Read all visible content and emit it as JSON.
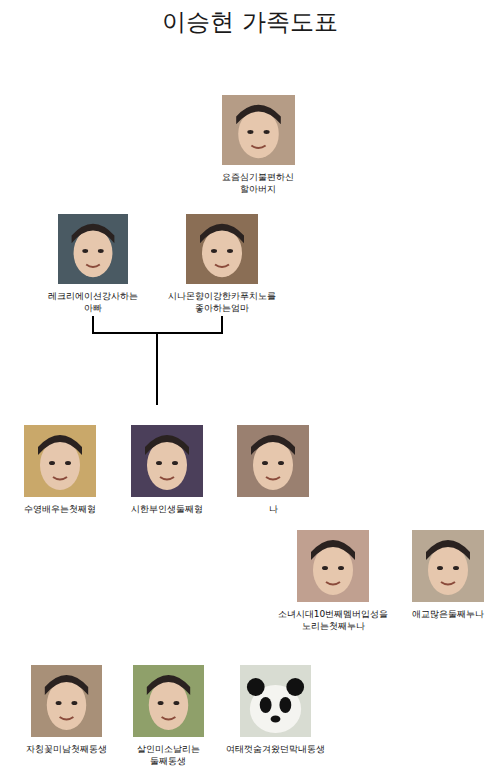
{
  "diagram": {
    "title": "이승현 가족도표",
    "nodes": [
      {
        "text": [
          "요즘심기불편하신 할아버지"
        ]
      },
      {
        "text": [
          "레크리에이션강사하는 아빠"
        ]
      },
      {
        "text": [
          "시나몬향이강한카푸치노를 좋아하는엄마"
        ]
      },
      {
        "text": [
          "수영배우는첫째형"
        ]
      },
      {
        "text": [
          "시한부인생둘째형"
        ]
      },
      {
        "text": [
          "나"
        ]
      },
      {
        "text": [
          "소녀시대10번째멤버입성을 노리는첫째누나"
        ]
      },
      {
        "text": [
          "애교많은둘째누나"
        ]
      },
      {
        "text": [
          "자칭꽃미남첫째동생"
        ]
      },
      {
        "text": [
          "살인미소날리는 둘째동생"
        ]
      },
      {
        "text": [
          "여태껏숨겨왔던막내동생"
        ]
      }
    ],
    "edges": [
      {
        "from": 1,
        "to": 2,
        "arrow": "none"
      }
    ]
  }
}
